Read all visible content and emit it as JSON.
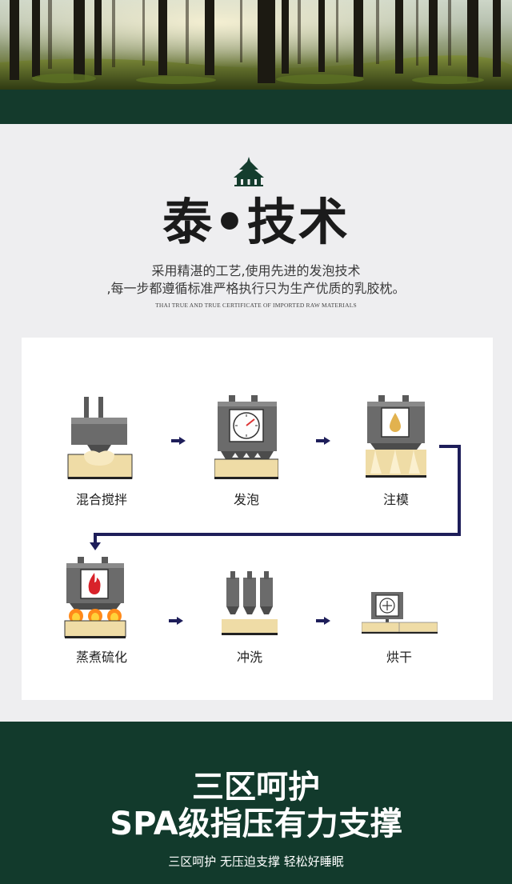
{
  "heading": {
    "title": "泰•技术",
    "desc_line1": "采用精湛的工艺,使用先进的发泡技术",
    "desc_line2": ",每一步都遵循标准严格执行只为生产优质的乳胶枕。",
    "subtitle_en": "THAI TRUE AND TRUE CERTIFICATE OF IMPORTED RAW MATERIALS"
  },
  "process": {
    "steps": [
      {
        "label": "混合搅拌",
        "icon": "mixer-icon"
      },
      {
        "label": "发泡",
        "icon": "foaming-gauge-icon"
      },
      {
        "label": "注模",
        "icon": "mold-injection-icon"
      },
      {
        "label": "蒸煮硫化",
        "icon": "steam-vulcanize-icon"
      },
      {
        "label": "冲洗",
        "icon": "washing-nozzles-icon"
      },
      {
        "label": "烘干",
        "icon": "drying-fan-icon"
      }
    ],
    "arrow_color": "#1e1e5a"
  },
  "bottom": {
    "line1": "三区呵护",
    "line2": "SPA级指压有力支撑",
    "line3": "三区呵护 无压迫支撑 轻松好睡眠"
  },
  "colors": {
    "dark_green": "#143a2c",
    "background": "#eeeef0",
    "latex": "#efdca6"
  }
}
